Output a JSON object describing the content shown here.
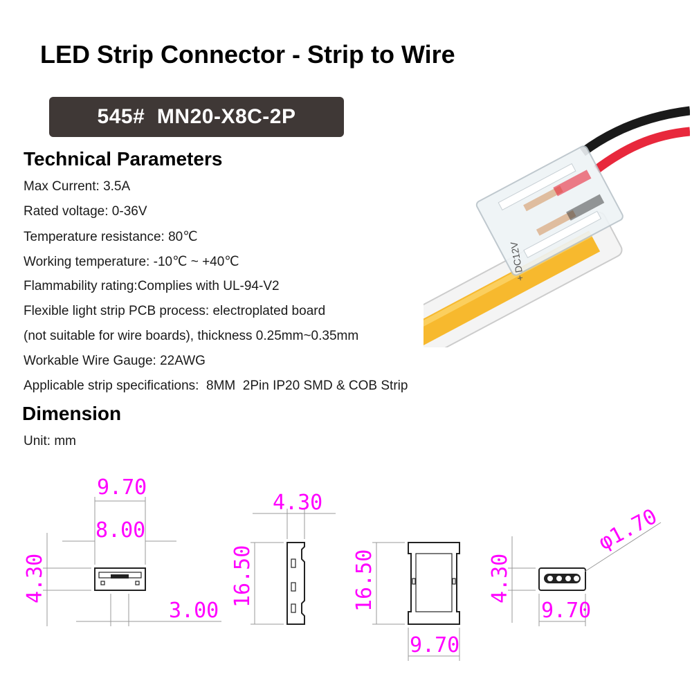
{
  "title": "LED Strip Connector - Strip to Wire",
  "model": "545#  MN20-X8C-2P",
  "technical": {
    "heading": "Technical Parameters",
    "lines": [
      "Max Current: 3.5A",
      "Rated voltage: 0-36V",
      "Temperature resistance: 80℃",
      "Working temperature: -10℃ ~ +40℃",
      "Flammability rating:Complies with UL-94-V2",
      "Flexible light strip PCB process: electroplated board",
      "(not suitable for wire boards), thickness 0.25mm~0.35mm",
      "Workable Wire Gauge: 22AWG",
      "Applicable strip specifications:  8MM  2Pin IP20 SMD & COB Strip"
    ]
  },
  "dimension": {
    "heading": "Dimension",
    "unit": "Unit: mm",
    "labels": {
      "front_width": "9.70",
      "front_inner": "8.00",
      "front_height": "4.30",
      "front_offset": "3.00",
      "side_width": "4.30",
      "side_height": "16.50",
      "top_height": "16.50",
      "top_width": "9.70",
      "end_height": "4.30",
      "end_width": "9.70",
      "end_hole": "φ1.70"
    },
    "photo_print": "+ DC12V"
  },
  "colors": {
    "magenta": "#ff00ff",
    "badge": "#3f3836",
    "strip_yellow": "#f7b92e",
    "wire_red": "#e8283c",
    "wire_black": "#1a1a1a"
  }
}
